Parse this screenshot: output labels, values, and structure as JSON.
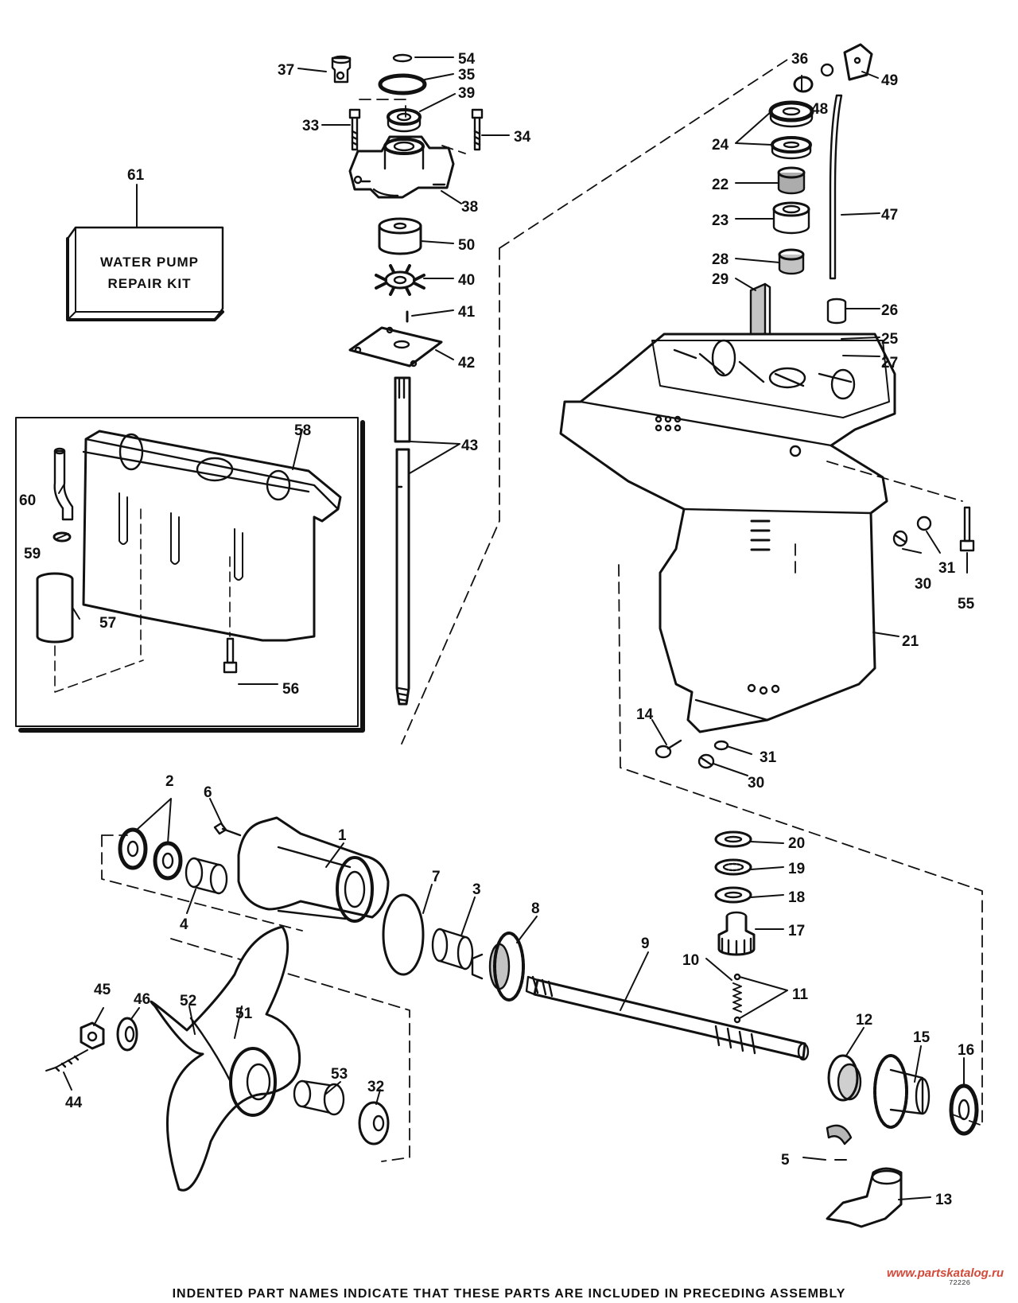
{
  "kit": {
    "line1": "WATER PUMP",
    "line2": "REPAIR KIT"
  },
  "callouts": {
    "c1": "1",
    "c2": "2",
    "c3": "3",
    "c4": "4",
    "c5": "5",
    "c6": "6",
    "c7": "7",
    "c8": "8",
    "c9": "9",
    "c10": "10",
    "c11": "11",
    "c12": "12",
    "c13": "13",
    "c14": "14",
    "c15": "15",
    "c16": "16",
    "c17": "17",
    "c18": "18",
    "c19": "19",
    "c20": "20",
    "c21": "21",
    "c22": "22",
    "c23": "23",
    "c24": "24",
    "c25": "25",
    "c26": "26",
    "c27": "27",
    "c28": "28",
    "c29": "29",
    "c30a": "30",
    "c30b": "30",
    "c31a": "31",
    "c31b": "31",
    "c32": "32",
    "c33": "33",
    "c34": "34",
    "c35": "35",
    "c36": "36",
    "c37": "37",
    "c38": "38",
    "c39": "39",
    "c40": "40",
    "c41": "41",
    "c42": "42",
    "c43": "43",
    "c44": "44",
    "c45": "45",
    "c46": "46",
    "c47": "47",
    "c48": "48",
    "c49": "49",
    "c50": "50",
    "c51": "51",
    "c52": "52",
    "c53": "53",
    "c54": "54",
    "c55": "55",
    "c56": "56",
    "c57": "57",
    "c58": "58",
    "c59": "59",
    "c60": "60",
    "c61": "61"
  },
  "footer": "INDENTED PART NAMES INDICATE THAT THESE PARTS ARE INCLUDED IN PRECEDING ASSEMBLY",
  "watermark": "www.partskatalog.ru",
  "drawing_code": "72226"
}
